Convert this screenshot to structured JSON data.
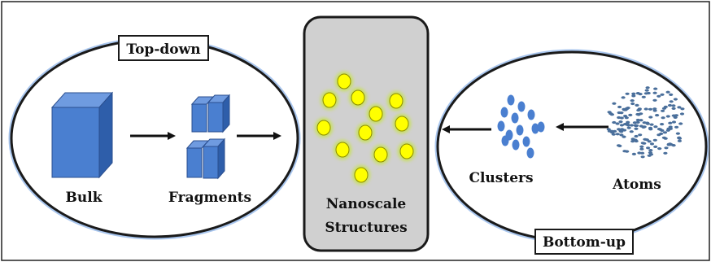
{
  "labels": {
    "top_down": "Top-down",
    "bottom_up": "Bottom-up",
    "bulk": "Bulk",
    "fragments": "Fragments",
    "nanoscale_line1": "Nanoscale",
    "nanoscale_line2": "Structures",
    "clusters": "Clusters",
    "atoms": "Atoms"
  },
  "colors": {
    "cube_front": "#4a7fd0",
    "cube_top": "#6f9be0",
    "cube_side": "#2e5eaa",
    "nano_fill": "#ffff00",
    "nano_glow": "#c8e05a",
    "center_panel": "#d0d0d0",
    "ellipse_border": "#1a1a1a",
    "ellipse_halo": "#a9c6ee",
    "atom": "#4a6f9b"
  },
  "icons": {
    "bulk": "cube-icon",
    "fragments": "fragmented-cubes-icon",
    "nanoparticles": "nanoparticle-dots-icon",
    "clusters": "cluster-dots-icon",
    "atoms": "atom-cloud-icon",
    "arrow": "arrow-right-icon"
  }
}
